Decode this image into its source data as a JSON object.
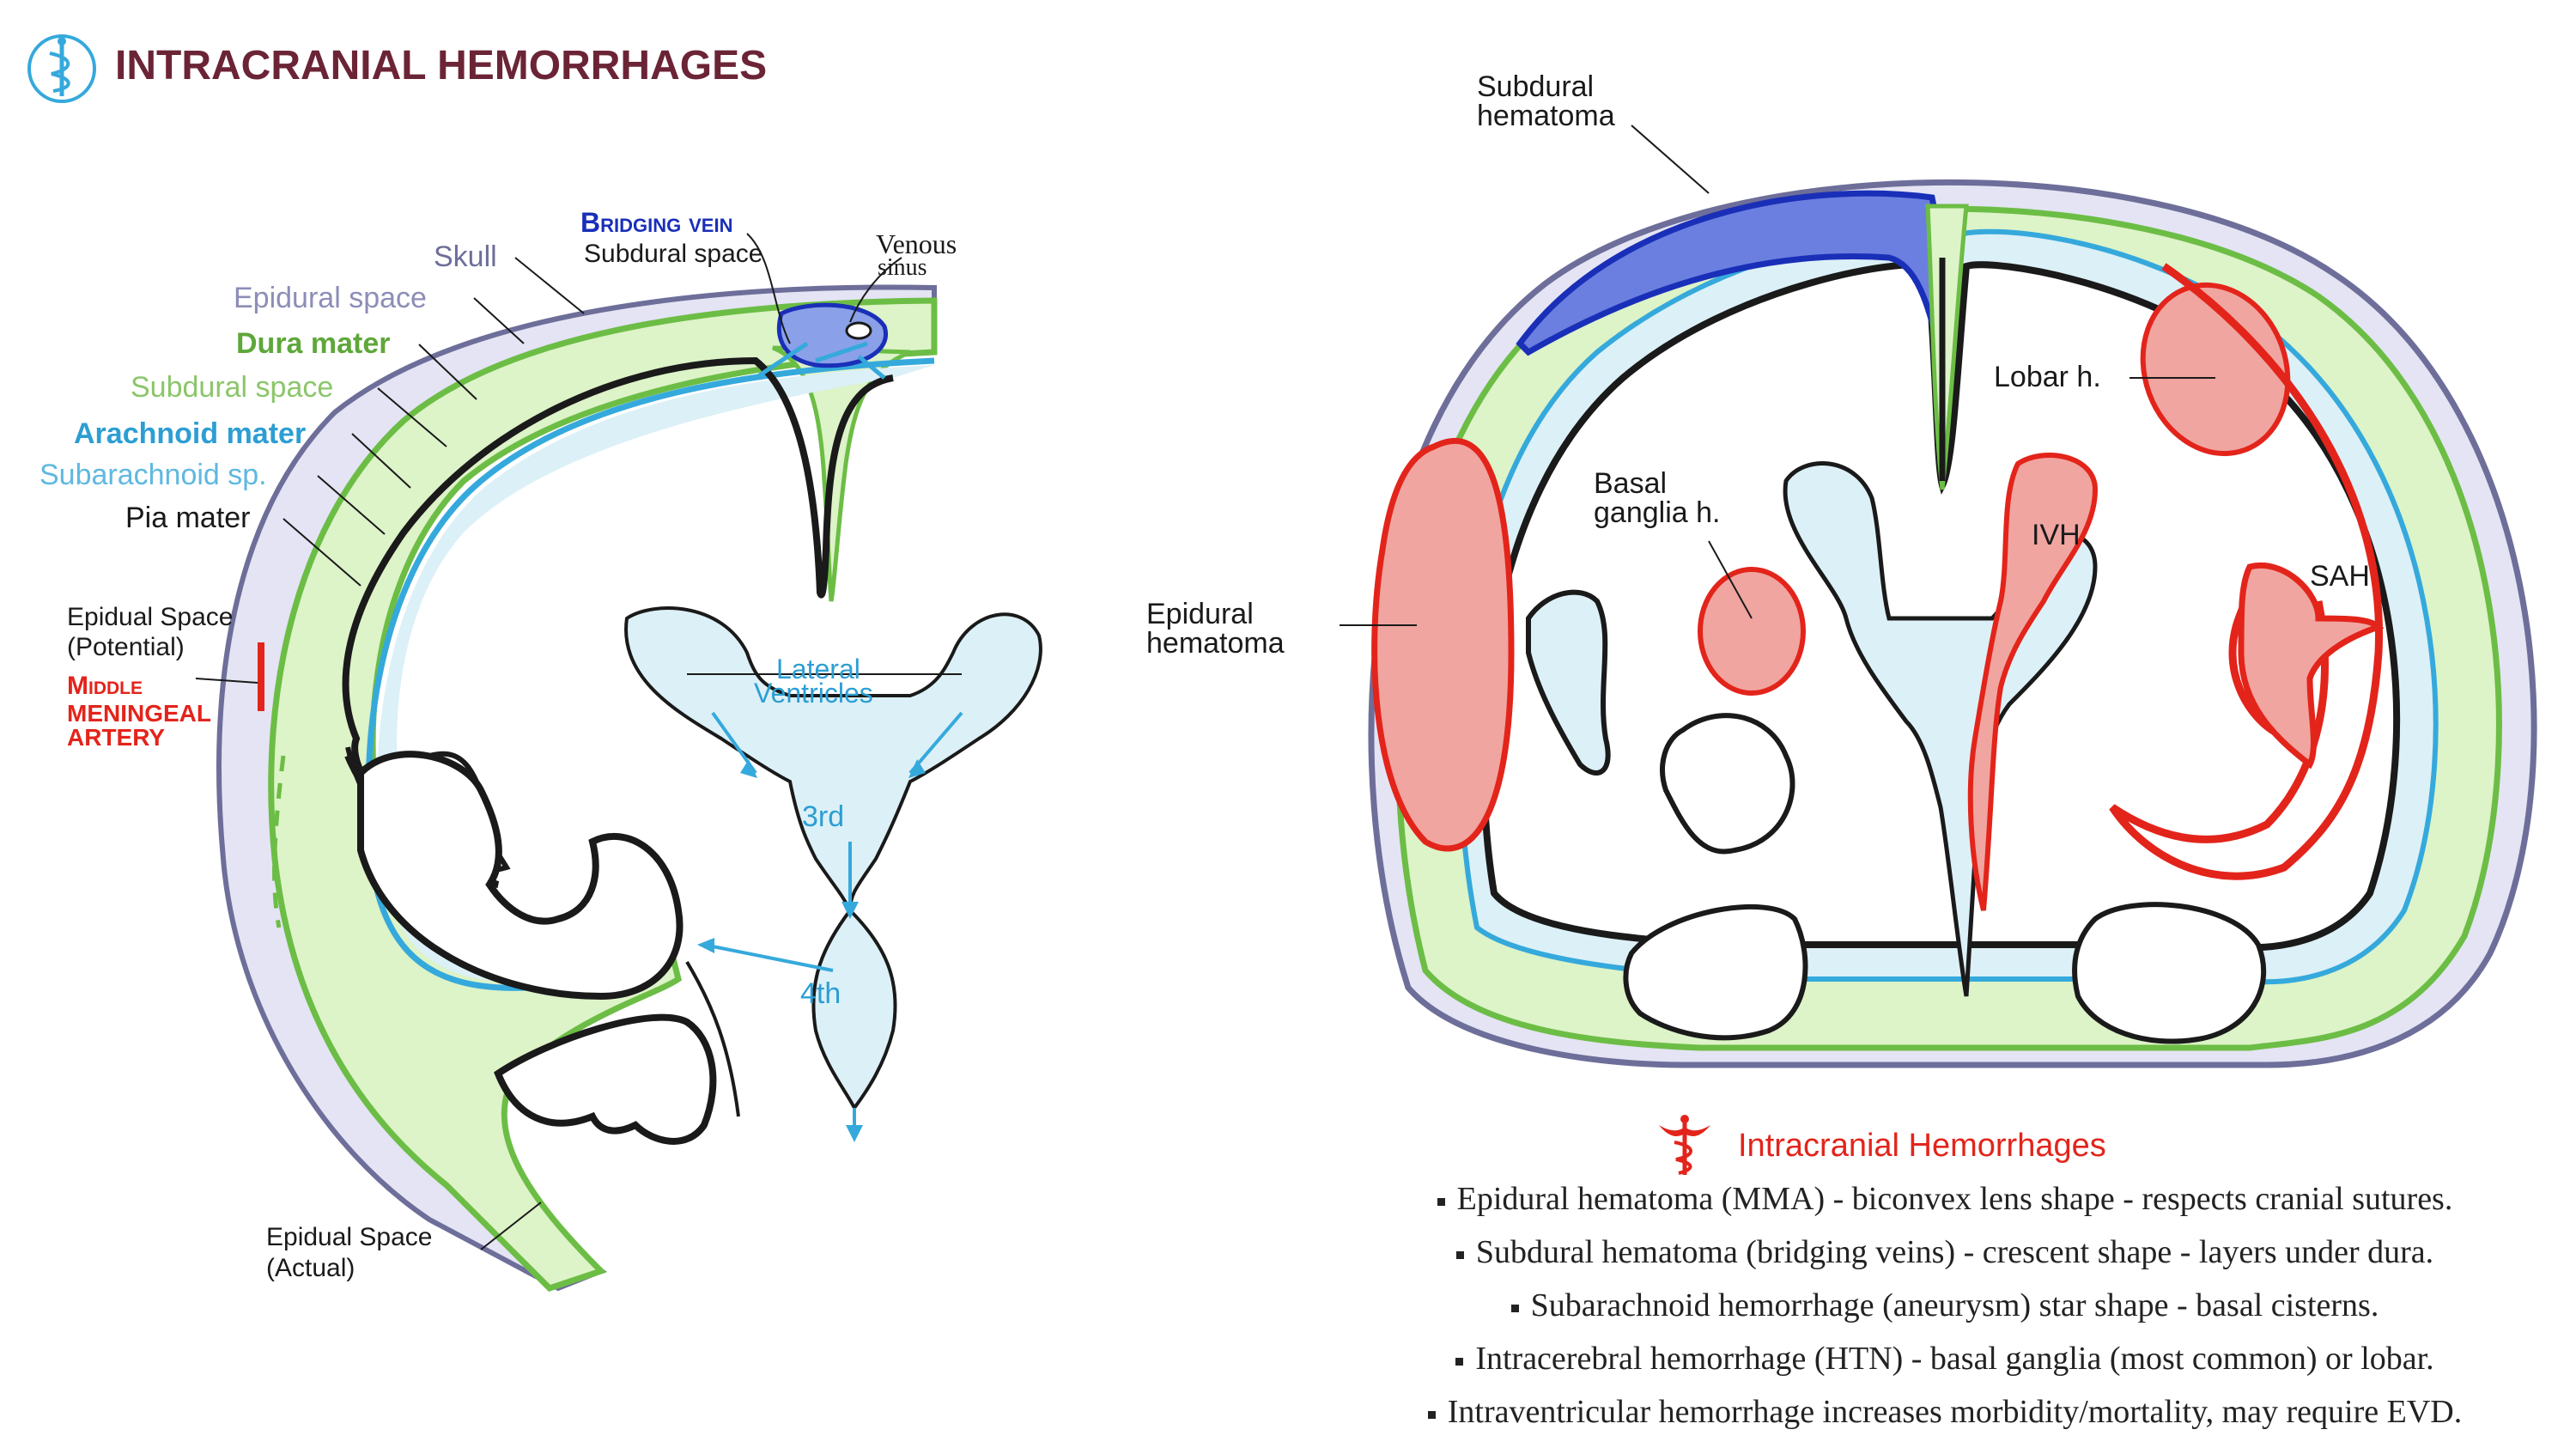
{
  "title": "INTRACRANIAL HEMORRHAGES",
  "colors": {
    "title": "#6b2436",
    "skull": "#6e6e9a",
    "skull_fill": "#e4e4f4",
    "dura": "#6cbd45",
    "dura_fill": "#ddf3c8",
    "arachnoid": "#35a9dc",
    "subarachnoid_fill": "#dcf0f7",
    "pia": "#1a1a1a",
    "bridging_vein": "#1a2fb8",
    "blood": "#e3241b",
    "blood_fill": "#f0a5a0"
  },
  "left_diagram": {
    "labels": {
      "skull": "Skull",
      "epidural_space": "Epidural space",
      "dura_mater": "Dura mater",
      "subdural_space": "Subdural space",
      "arachnoid_mater": "Arachnoid mater",
      "subarachnoid_space": "Subarachnoid sp.",
      "pia_mater": "Pia mater",
      "bridging_vein": "Bridging vein",
      "bridging_subdural": "Subdural space",
      "venous_sinus_1": "Venous",
      "venous_sinus_2": "sinus",
      "epidural_potential_1": "Epidual Space",
      "epidural_potential_2": "(Potential)",
      "mma_1": "Middle",
      "mma_2": "meningeal",
      "mma_3": "artery",
      "lateral_ventricles_1": "Lateral",
      "lateral_ventricles_2": "Ventricles",
      "third_ventricle": "3rd",
      "fourth_ventricle": "4th",
      "epidural_actual_1": "Epidual Space",
      "epidural_actual_2": "(Actual)"
    }
  },
  "right_diagram": {
    "labels": {
      "subdural_hematoma_1": "Subdural",
      "subdural_hematoma_2": "hematoma",
      "lobar": "Lobar h.",
      "basal_1": "Basal",
      "basal_2": "ganglia h.",
      "ivh": "IVH",
      "sah": "SAH",
      "epidural_1": "Epidural",
      "epidural_2": "hematoma"
    }
  },
  "legend": {
    "heading": "Intracranial Hemorrhages",
    "bullets": [
      "Epidural hematoma (MMA) - biconvex lens shape - respects cranial sutures.",
      "Subdural hematoma (bridging veins) - crescent shape - layers under dura.",
      "Subarachnoid hemorrhage (aneurysm) star shape - basal cisterns.",
      "Intracerebral hemorrhage (HTN) - basal ganglia (most common) or lobar.",
      "Intraventricular hemorrhage increases morbidity/mortality, may require EVD."
    ]
  }
}
